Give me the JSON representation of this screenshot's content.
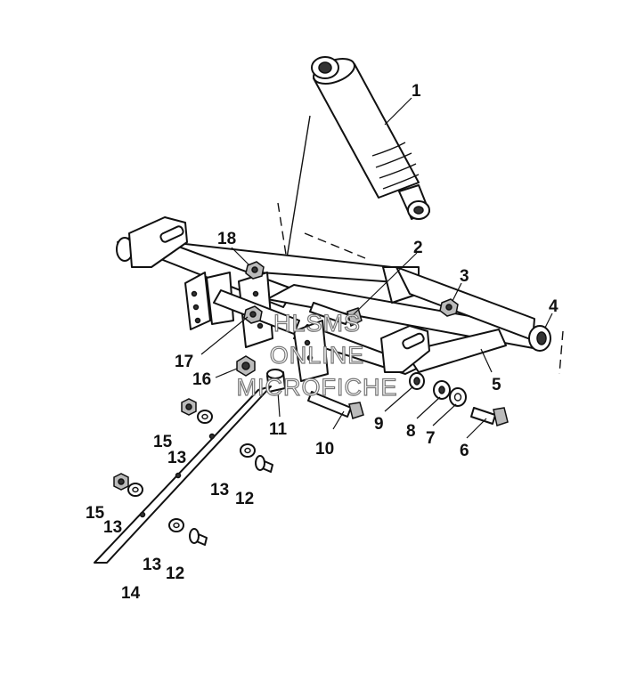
{
  "callouts": {
    "c1": "1",
    "c2": "2",
    "c3": "3",
    "c4": "4",
    "c5": "5",
    "c6": "6",
    "c7": "7",
    "c8": "8",
    "c9": "9",
    "c10": "10",
    "c11": "11",
    "c12a": "12",
    "c12b": "12",
    "c13a": "13",
    "c13b": "13",
    "c13c": "13",
    "c13d": "13",
    "c14": "14",
    "c15a": "15",
    "c15b": "15",
    "c16": "16",
    "c17": "17",
    "c18": "18"
  },
  "watermark": {
    "line1": "HLSMS",
    "line2": "ONLINE",
    "line3": "MICROFICHE"
  }
}
